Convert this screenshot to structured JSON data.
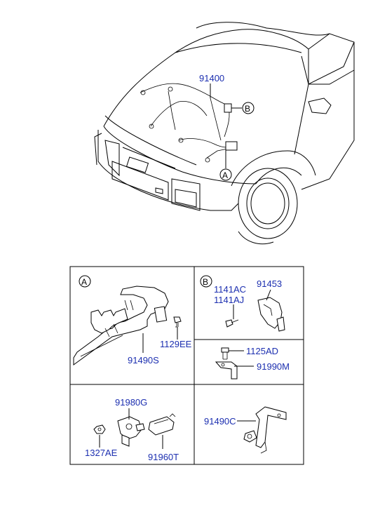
{
  "car": {
    "harness_label": "91400",
    "callout_a": "A",
    "callout_b": "B"
  },
  "panels": {
    "a": {
      "letter": "A",
      "part_bracket": "91490S",
      "part_bolt": "1129EE"
    },
    "b": {
      "letter": "B",
      "part_clip_1": "1141AC",
      "part_clip_2": "1141AJ",
      "part_connector": "91453"
    },
    "c": {
      "part_bolt": "1125AD",
      "part_bracket": "91990M"
    },
    "d": {
      "part_sensor": "91980G",
      "part_nut": "1327AE",
      "part_protector": "91960T"
    },
    "e": {
      "part_bracket": "91490C"
    }
  },
  "colors": {
    "label": "#1c2fb0",
    "line": "#000000"
  }
}
